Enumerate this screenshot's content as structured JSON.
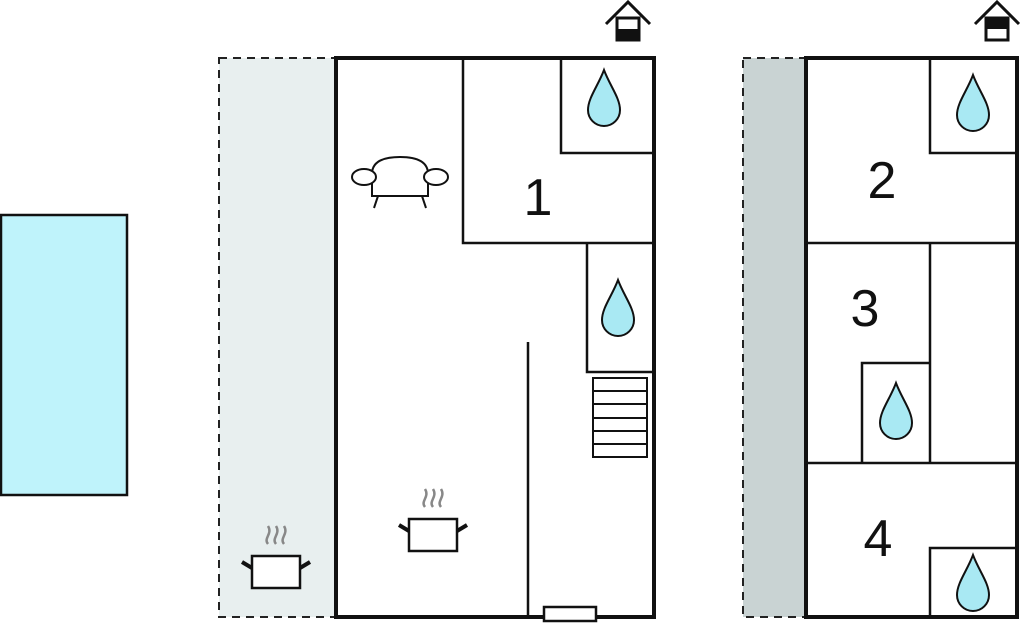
{
  "rooms": {
    "room1": "1",
    "room2": "2",
    "room3": "3",
    "room4": "4"
  },
  "icons": {
    "floor_indicator_ground": "house-ground-floor-icon",
    "floor_indicator_upper": "house-upper-floor-icon",
    "bathroom": "water-drop-icon",
    "kitchen": "cooking-pot-icon",
    "living": "sofa-icon",
    "stairs": "stairs-icon"
  },
  "colors": {
    "pool": "#bff3fb",
    "terrace_ground": "#e8efef",
    "terrace_upper": "#c9d3d3",
    "water_drop": "#a9e9f3",
    "wall": "#111111"
  }
}
